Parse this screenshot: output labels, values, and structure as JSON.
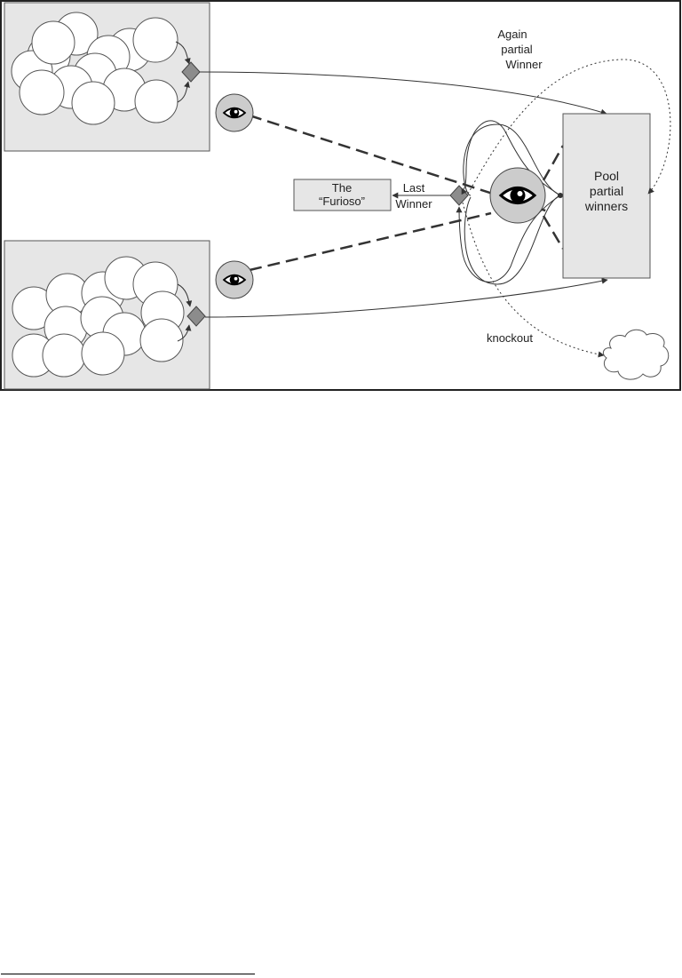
{
  "diagram": {
    "furioso_label_line1": "The",
    "furioso_label_line2": "“Furioso”",
    "last_winner_line1": "Last",
    "last_winner_line2": "Winner",
    "pool_line1": "Pool",
    "pool_line2": "partial",
    "pool_line3": "winners",
    "again_line1": "Again",
    "again_line2": "partial",
    "again_line3": "Winner",
    "knockout": "knockout",
    "icons": [
      "eye-icon",
      "diamond-icon",
      "cloud-icon"
    ],
    "colors": {
      "panel_fill": "#e6e6e6",
      "eye_disc": "#cccccc",
      "diamond": "#8c8c8c"
    }
  }
}
